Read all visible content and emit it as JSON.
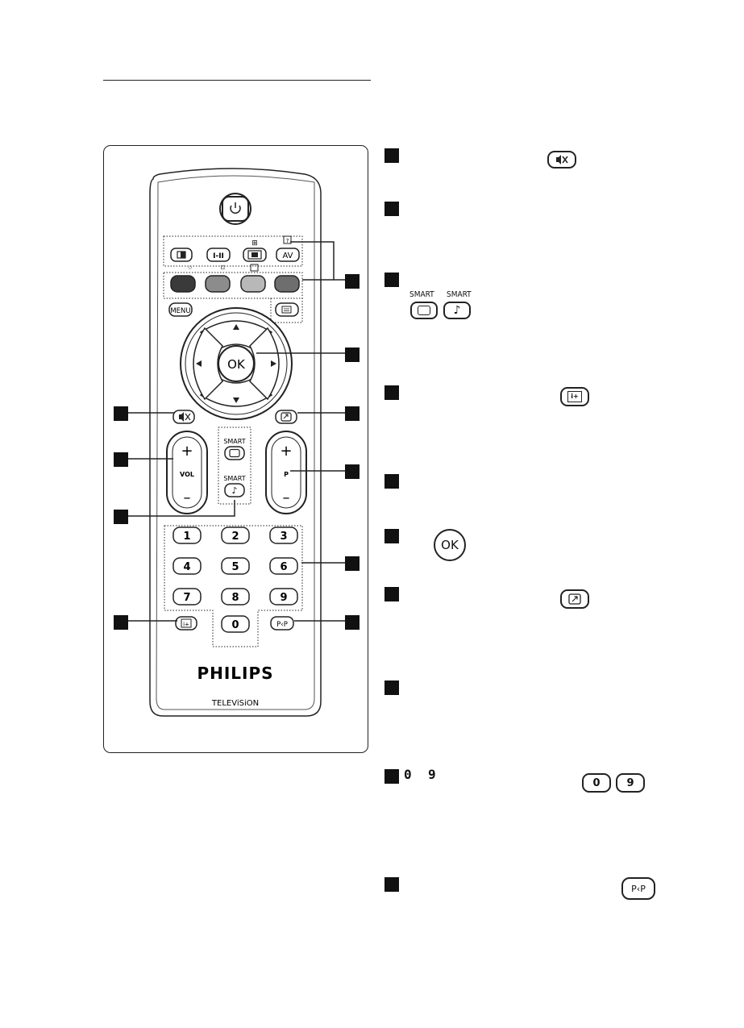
{
  "remote": {
    "brand": "PHILIPS",
    "product_line": "TELEViSiON",
    "keys": {
      "menu": "MENU",
      "av": "AV",
      "dual": "I-II",
      "ok": "OK",
      "vol": "VOL",
      "prog": "P",
      "smart": "SMART",
      "plus": "+",
      "minus": "–",
      "pip": "P‹P",
      "digits": [
        "1",
        "2",
        "3",
        "4",
        "5",
        "6",
        "7",
        "8",
        "9",
        "0"
      ]
    },
    "key_colors": {
      "red": "#3a3a3a",
      "green": "#8c8c8c",
      "yellow": "#b8b8b8",
      "blue": "#6e6e6e"
    }
  },
  "list": {
    "smart_labels": [
      "SMART",
      "SMART"
    ],
    "ok": "OK",
    "digit_from": "0",
    "digit_to": "9",
    "key_0": "0",
    "key_9": "9",
    "pip": "P‹P"
  },
  "icons": [
    "mute-icon",
    "power-icon",
    "smart-picture-icon",
    "smart-sound-icon",
    "info-icon",
    "swap-icon",
    "teletext-icon"
  ]
}
